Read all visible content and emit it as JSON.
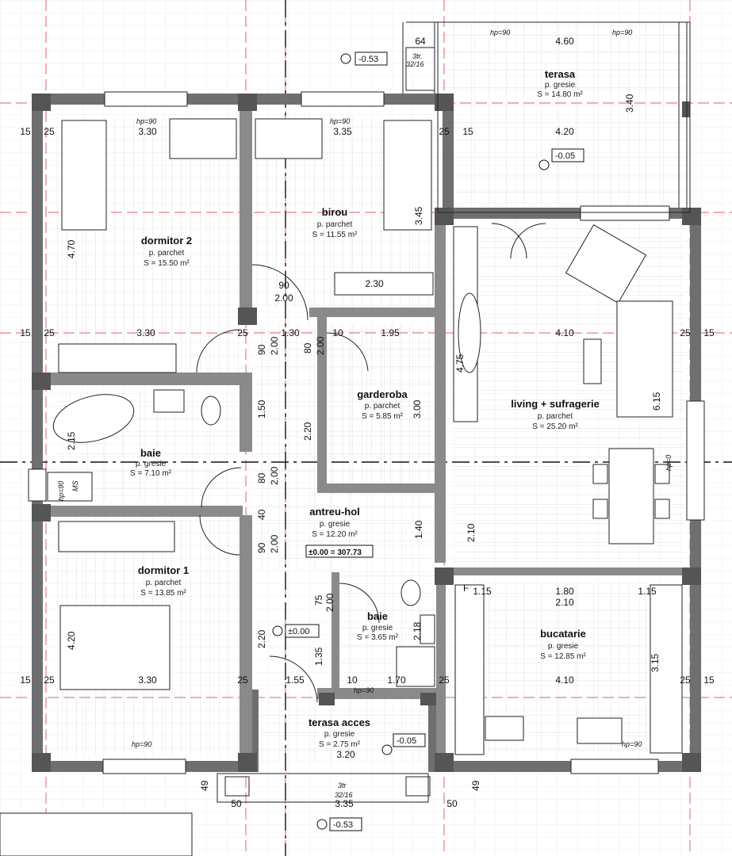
{
  "rooms": {
    "dormitor2": {
      "name": "dormitor 2",
      "floor": "p. parchet",
      "area": "S = 15.50 m²"
    },
    "birou": {
      "name": "birou",
      "floor": "p. parchet",
      "area": "S = 11.55 m²"
    },
    "terasa": {
      "name": "terasa",
      "floor": "p. gresie",
      "area": "S = 14.80 m²"
    },
    "living": {
      "name": "living + sufragerie",
      "floor": "p. parchet",
      "area": "S = 25.20 m²"
    },
    "garderoba": {
      "name": "garderoba",
      "floor": "p. parchet",
      "area": "S = 5.85 m²"
    },
    "baie1": {
      "name": "baie",
      "floor": "p. gresie",
      "area": "S = 7.10 m²"
    },
    "antreu": {
      "name": "antreu-hol",
      "floor": "p. gresie",
      "area": "S = 12.20 m²"
    },
    "dormitor1": {
      "name": "dormitor 1",
      "floor": "p. parchet",
      "area": "S = 13.85 m²"
    },
    "baie2": {
      "name": "baie",
      "floor": "p. gresie",
      "area": "S = 3.65 m²"
    },
    "bucatarie": {
      "name": "bucatarie",
      "floor": "p. gresie",
      "area": "S = 12.85 m²"
    },
    "terasa_acces": {
      "name": "terasa acces",
      "floor": "p. gresie",
      "area": "S = 2.75 m²"
    }
  },
  "levels": {
    "top": "-0.53",
    "terrace": "-0.05",
    "hall": "±0.00",
    "entry": "-0.05",
    "bottom": "-0.53",
    "zero_ref": "±0.00 = 307.73"
  },
  "dims": {
    "d_64": "64",
    "d_460": "4.60",
    "d_340": "3.40",
    "d_420": "4.20",
    "d_330a": "3.30",
    "d_335a": "3.35",
    "d_470": "4.70",
    "d_345": "3.45",
    "d_90a": "90",
    "d_200a": "2.00",
    "d_230": "2.30",
    "d_330b": "3.30",
    "d_130": "1.30",
    "d_10a": "10",
    "d_195": "1.95",
    "d_410a": "4.10",
    "d_475": "4.75",
    "d_615": "6.15",
    "d_90b": "90",
    "d_200b": "2.00",
    "d_80a": "80",
    "d_200c": "2.00",
    "d_150": "1.50",
    "d_220a": "2.20",
    "d_300": "3.00",
    "d_215": "2.15",
    "d_80b": "80",
    "d_200d": "2.00",
    "d_40": "40",
    "d_90c": "90",
    "d_200e": "2.00",
    "d_140": "1.40",
    "d_210a": "2.10",
    "d_115a": "1.15",
    "d_180": "1.80",
    "d_115b": "1.15",
    "d_210b": "2.10",
    "d_75": "75",
    "d_200f": "2.00",
    "d_218": "2.18",
    "d_420b": "4.20",
    "d_220b": "2.20",
    "d_135": "1.35",
    "d_315": "3.15",
    "d_330c": "3.30",
    "d_155": "1.55",
    "d_10b": "10",
    "d_170": "1.70",
    "d_410b": "4.10",
    "d_320": "3.20",
    "d_335b": "3.35",
    "d_50a": "50",
    "d_50b": "50",
    "d_49a": "49",
    "d_49b": "49",
    "d_15": "15",
    "d_25": "25"
  },
  "labels": {
    "hp90": "hp=90",
    "hp0": "hp=0",
    "stairs_top_a": "3tr.",
    "stairs_top_b": "32/16",
    "stairs_bot_a": "3tr",
    "stairs_bot_b": "32/16",
    "ms": "MS",
    "f": "F"
  },
  "colors": {
    "wall": "#6f6f6f",
    "column": "#555555",
    "axis": "#e06060",
    "line": "#1a1a1a",
    "floor_hatch": "#cfcfcf"
  }
}
